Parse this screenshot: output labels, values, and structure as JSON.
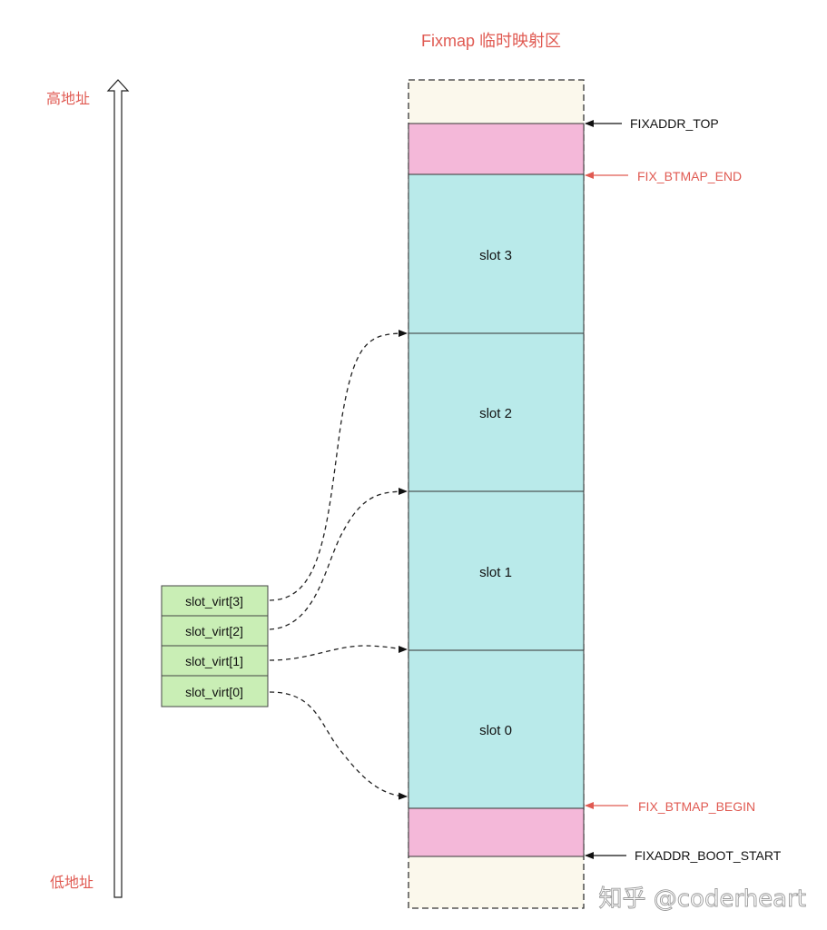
{
  "title": "Fixmap 临时映射区",
  "address_axis": {
    "high": "高地址",
    "low": "低地址"
  },
  "colors": {
    "accent_red": "#e05a52",
    "slot_fill": "#b9eaea",
    "reserved_fill": "#f4b8d9",
    "outer_fill": "#fbf8ec",
    "array_fill": "#c9eeb5"
  },
  "region": {
    "slots": [
      {
        "label": "slot 3"
      },
      {
        "label": "slot 2"
      },
      {
        "label": "slot 1"
      },
      {
        "label": "slot 0"
      }
    ]
  },
  "markers": {
    "fixaddr_top": "FIXADDR_TOP",
    "fix_btmap_end": "FIX_BTMAP_END",
    "fix_btmap_begin": "FIX_BTMAP_BEGIN",
    "fixaddr_boot_start": "FIXADDR_BOOT_START"
  },
  "slot_virt": [
    "slot_virt[3]",
    "slot_virt[2]",
    "slot_virt[1]",
    "slot_virt[0]"
  ],
  "watermark": "知乎 @coderheart"
}
